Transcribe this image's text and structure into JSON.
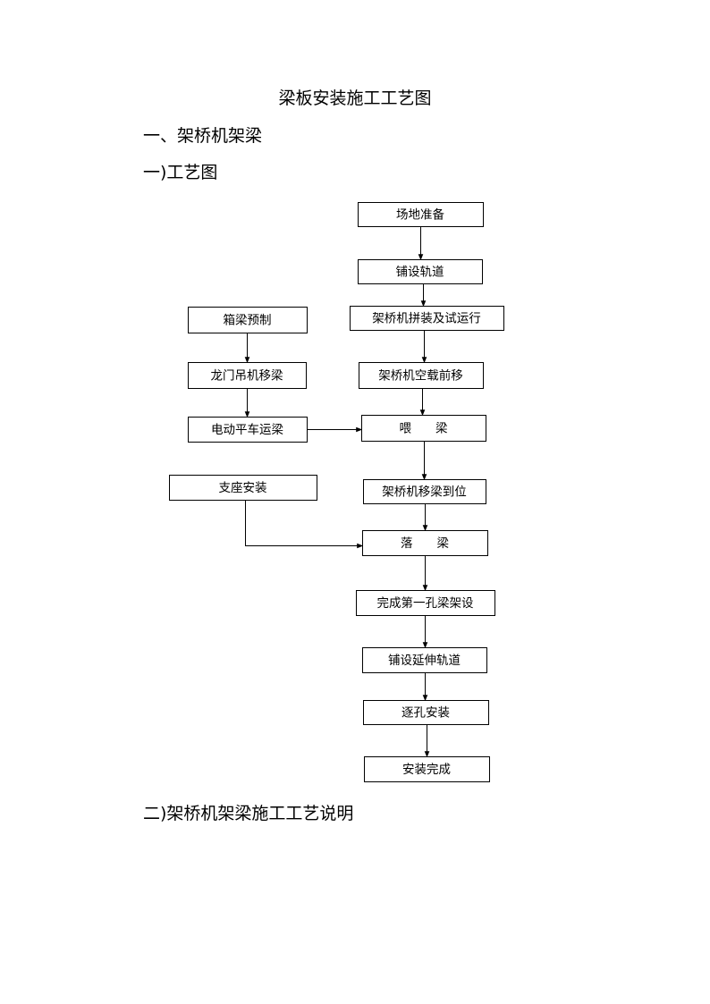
{
  "page": {
    "title": "梁板安装施工工艺图",
    "section_1": "一、架桥机架梁",
    "subsection_1": "一)工艺图",
    "subsection_2": "二)架桥机架梁施工工艺说明"
  },
  "flowchart": {
    "nodes": [
      {
        "id": "n1",
        "label": "场地准备"
      },
      {
        "id": "n2",
        "label": "铺设轨道"
      },
      {
        "id": "n3",
        "label": "架桥机拼装及试运行"
      },
      {
        "id": "n4",
        "label": "架桥机空载前移"
      },
      {
        "id": "n5",
        "label": "喂　　梁"
      },
      {
        "id": "n6",
        "label": "架桥机移梁到位"
      },
      {
        "id": "n7",
        "label": "落　　梁"
      },
      {
        "id": "n8",
        "label": "完成第一孔梁架设"
      },
      {
        "id": "n9",
        "label": "铺设延伸轨道"
      },
      {
        "id": "n10",
        "label": "逐孔安装"
      },
      {
        "id": "n11",
        "label": "安装完成"
      },
      {
        "id": "l1",
        "label": "箱梁预制"
      },
      {
        "id": "l2",
        "label": "龙门吊机移梁"
      },
      {
        "id": "l3",
        "label": "电动平车运梁"
      },
      {
        "id": "l4",
        "label": "支座安装"
      }
    ],
    "edges": [
      {
        "from": "n1",
        "to": "n2"
      },
      {
        "from": "n2",
        "to": "n3"
      },
      {
        "from": "n3",
        "to": "n4"
      },
      {
        "from": "n4",
        "to": "n5"
      },
      {
        "from": "n5",
        "to": "n6"
      },
      {
        "from": "n6",
        "to": "n7"
      },
      {
        "from": "n7",
        "to": "n8"
      },
      {
        "from": "n8",
        "to": "n9"
      },
      {
        "from": "n9",
        "to": "n10"
      },
      {
        "from": "n10",
        "to": "n11"
      },
      {
        "from": "l1",
        "to": "l2"
      },
      {
        "from": "l2",
        "to": "l3"
      },
      {
        "from": "l3",
        "to": "n5"
      },
      {
        "from": "l4",
        "to": "n7"
      }
    ]
  }
}
